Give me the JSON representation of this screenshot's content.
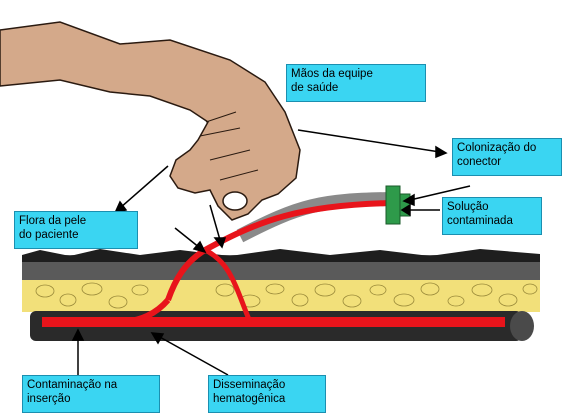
{
  "labels": {
    "hands": "Mãos da equipe\nde saúde",
    "connector": "Colonização do\nconector",
    "solution": "Solução\ncontaminada",
    "skin_flora": "Flora da pele\ndo paciente",
    "insertion": "Contaminação na\ninserção",
    "hematogenous": "Disseminação\nhematogênica"
  },
  "colors": {
    "label_bg": "#3ad5f2",
    "skin_hand": "#d4a98a",
    "catheter": "#e8141b",
    "fat": "#f2e07a",
    "vessel": "#2a2a2a",
    "connector": "#2e9a4a"
  }
}
